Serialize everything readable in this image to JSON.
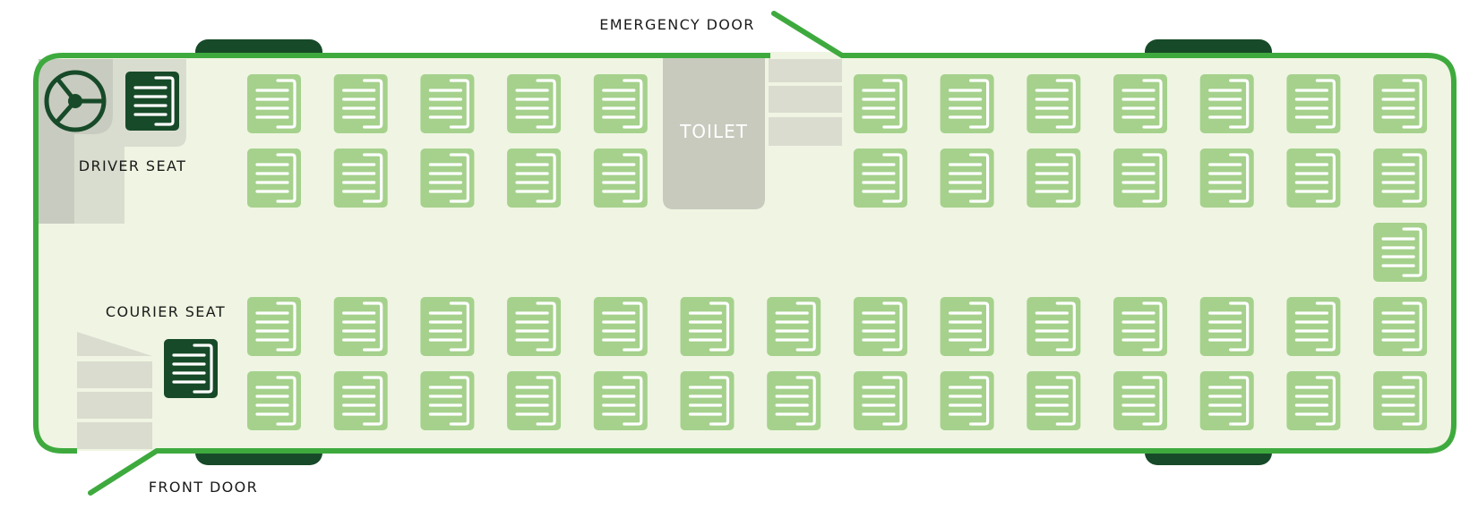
{
  "labels": {
    "emergency_door": "EMERGENCY DOOR",
    "driver_seat": "DRIVER SEAT",
    "courier_seat": "COURIER SEAT",
    "front_door": "FRONT DOOR",
    "toilet": "TOILET"
  },
  "colors": {
    "outline": "#3eaa3e",
    "bus_fill": "#eff5e2",
    "seat": "#a5d18c",
    "seat_lines": "#ffffff",
    "crew_seat": "#174a28",
    "wheel": "#174a28",
    "cabin_shade": "#d9ddcf",
    "cabin_shade_dark": "#c8cbc0",
    "toilet": "#c8cabe",
    "steps": "#dadccf",
    "text": "#1a1a1a"
  },
  "icons": {
    "steering": "steering-wheel-icon",
    "seat": "seat-icon"
  },
  "seat_grid": {
    "row_a": [
      1,
      2,
      3,
      4,
      5,
      8,
      9,
      10,
      11,
      12,
      13,
      14
    ],
    "row_b": [
      1,
      2,
      3,
      4,
      5,
      8,
      9,
      10,
      11,
      12,
      13,
      14
    ],
    "row_c": [
      14
    ],
    "row_d": [
      1,
      2,
      3,
      4,
      5,
      6,
      7,
      8,
      9,
      10,
      11,
      12,
      13,
      14
    ],
    "row_e": [
      1,
      2,
      3,
      4,
      5,
      6,
      7,
      8,
      9,
      10,
      11,
      12,
      13,
      14
    ]
  }
}
